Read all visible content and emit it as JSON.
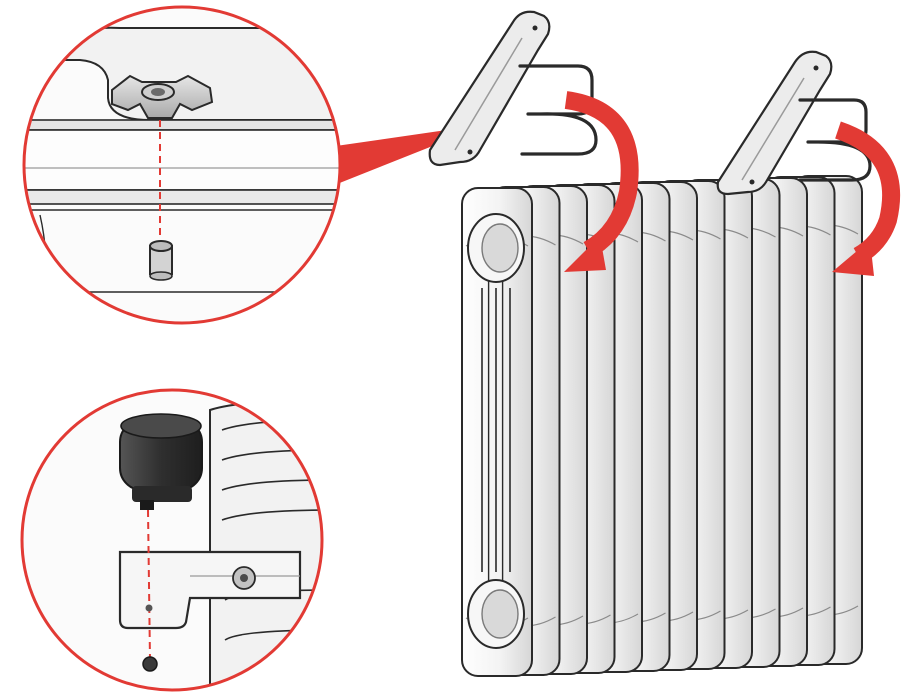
{
  "colors": {
    "accent_red": "#e23a34",
    "outline": "#2a2a2a",
    "metal_light": "#f4f4f4",
    "metal_shade": "#d9d9d9",
    "metal_mid": "#c4c4c4",
    "caster_dark": "#3a3a3a",
    "background": "#ffffff"
  },
  "diagram": {
    "radiator": {
      "fin_count": 13
    },
    "brackets": {
      "count": 2
    },
    "callouts": [
      {
        "id": "wing-nut-detail"
      },
      {
        "id": "caster-wheel-detail"
      }
    ]
  }
}
